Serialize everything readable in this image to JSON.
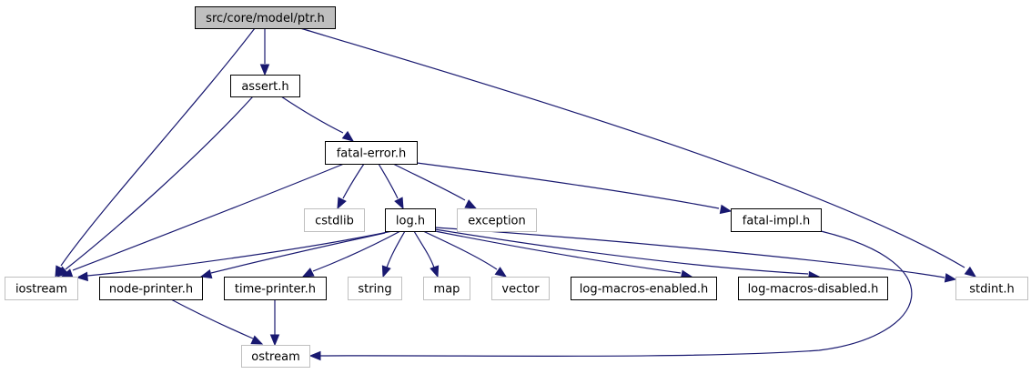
{
  "title": "src/core/model/ptr.h",
  "edge_color": "#191970",
  "nodes": [
    {
      "id": "ptr",
      "label": "src/core/model/ptr.h",
      "kind": "root"
    },
    {
      "id": "assert",
      "label": "assert.h",
      "kind": "internal"
    },
    {
      "id": "fatal_error",
      "label": "fatal-error.h",
      "kind": "internal"
    },
    {
      "id": "cstdlib",
      "label": "cstdlib",
      "kind": "external"
    },
    {
      "id": "log",
      "label": "log.h",
      "kind": "internal"
    },
    {
      "id": "exception",
      "label": "exception",
      "kind": "external"
    },
    {
      "id": "fatal_impl",
      "label": "fatal-impl.h",
      "kind": "internal"
    },
    {
      "id": "iostream",
      "label": "iostream",
      "kind": "external"
    },
    {
      "id": "node_printer",
      "label": "node-printer.h",
      "kind": "internal"
    },
    {
      "id": "time_printer",
      "label": "time-printer.h",
      "kind": "internal"
    },
    {
      "id": "string",
      "label": "string",
      "kind": "external"
    },
    {
      "id": "map",
      "label": "map",
      "kind": "external"
    },
    {
      "id": "vector",
      "label": "vector",
      "kind": "external"
    },
    {
      "id": "log_macros_enabled",
      "label": "log-macros-enabled.h",
      "kind": "internal"
    },
    {
      "id": "log_macros_disabled",
      "label": "log-macros-disabled.h",
      "kind": "internal"
    },
    {
      "id": "stdint",
      "label": "stdint.h",
      "kind": "external"
    },
    {
      "id": "ostream",
      "label": "ostream",
      "kind": "external"
    }
  ],
  "edges": [
    {
      "from": "ptr",
      "to": "assert"
    },
    {
      "from": "ptr",
      "to": "iostream"
    },
    {
      "from": "ptr",
      "to": "stdint"
    },
    {
      "from": "assert",
      "to": "fatal_error"
    },
    {
      "from": "assert",
      "to": "iostream"
    },
    {
      "from": "fatal_error",
      "to": "iostream"
    },
    {
      "from": "fatal_error",
      "to": "cstdlib"
    },
    {
      "from": "fatal_error",
      "to": "log"
    },
    {
      "from": "fatal_error",
      "to": "exception"
    },
    {
      "from": "fatal_error",
      "to": "fatal_impl"
    },
    {
      "from": "fatal_impl",
      "to": "ostream"
    },
    {
      "from": "log",
      "to": "iostream"
    },
    {
      "from": "log",
      "to": "node_printer"
    },
    {
      "from": "log",
      "to": "time_printer"
    },
    {
      "from": "log",
      "to": "string"
    },
    {
      "from": "log",
      "to": "map"
    },
    {
      "from": "log",
      "to": "vector"
    },
    {
      "from": "log",
      "to": "log_macros_enabled"
    },
    {
      "from": "log",
      "to": "log_macros_disabled"
    },
    {
      "from": "log",
      "to": "stdint"
    },
    {
      "from": "node_printer",
      "to": "ostream"
    },
    {
      "from": "time_printer",
      "to": "ostream"
    }
  ]
}
